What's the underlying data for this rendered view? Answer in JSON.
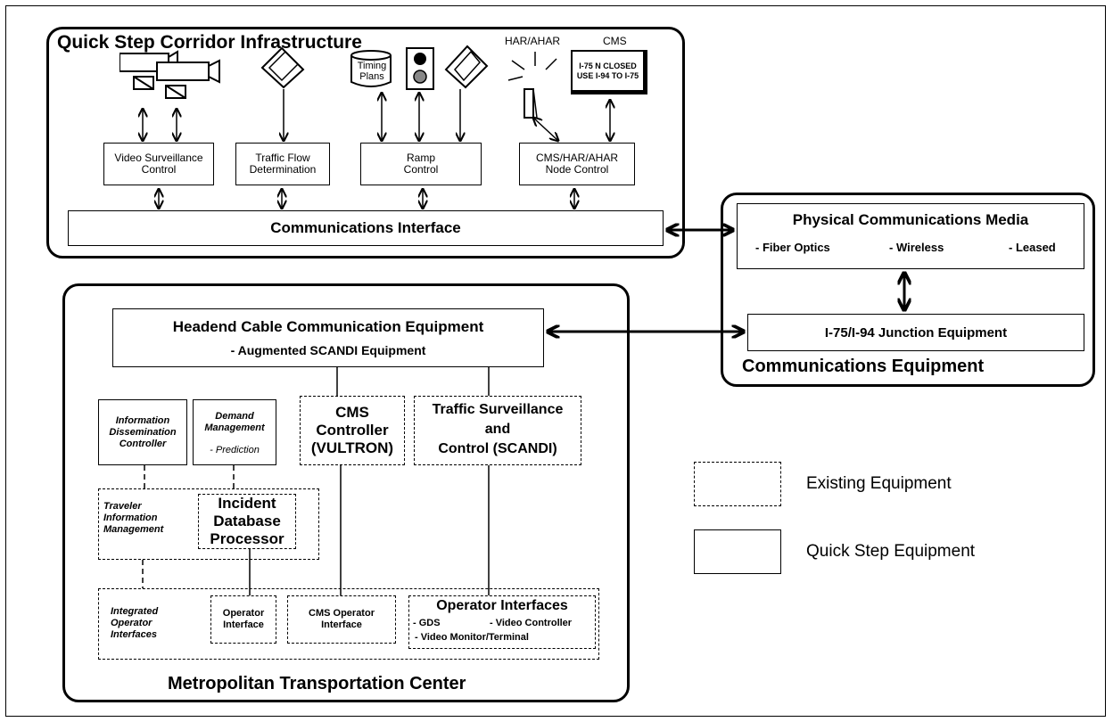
{
  "corridor": {
    "title": "Quick Step Corridor Infrastructure",
    "timing_plans": "Timing Plans",
    "har_label": "HAR/AHAR",
    "cms_label": "CMS",
    "cms_sign_line1": "I-75 N CLOSED",
    "cms_sign_line2": "USE I-94 TO I-75",
    "video_control": "Video Surveillance Control",
    "traffic_flow": "Traffic Flow Determination",
    "ramp_control": "Ramp Control",
    "cms_har_node": "CMS/HAR/AHAR Node Control",
    "comm_interface": "Communications Interface"
  },
  "comm_equipment": {
    "title": "Communications Equipment",
    "media_title": "Physical Communications Media",
    "media_fiber": "- Fiber Optics",
    "media_wireless": "- Wireless",
    "media_leased": "- Leased",
    "junction": "I-75/I-94 Junction Equipment"
  },
  "mtc": {
    "title": "Metropolitan Transportation Center",
    "headend_title": "Headend Cable Communication Equipment",
    "headend_sub": "- Augmented SCANDI Equipment",
    "info_dissem": "Information Dissemination Controller",
    "demand_title": "Demand Management",
    "demand_sub": "- Prediction",
    "cms_controller": "CMS Controller (VULTRON)",
    "traffic_surv_1": "Traffic Surveillance",
    "traffic_surv_2": "and",
    "traffic_surv_3": "Control (SCANDI)",
    "traveler_info": "Traveler Information Management",
    "incident_db": "Incident Database Processor",
    "integrated_op": "Integrated Operator Interfaces",
    "operator_interface": "Operator Interface",
    "cms_operator": "CMS Operator Interface",
    "op_interfaces_title": "Operator Interfaces",
    "op_gds": "- GDS",
    "op_video_controller": "- Video Controller",
    "op_video_monitor": "- Video Monitor/Terminal"
  },
  "legend": {
    "existing": "Existing Equipment",
    "quickstep": "Quick Step Equipment"
  }
}
